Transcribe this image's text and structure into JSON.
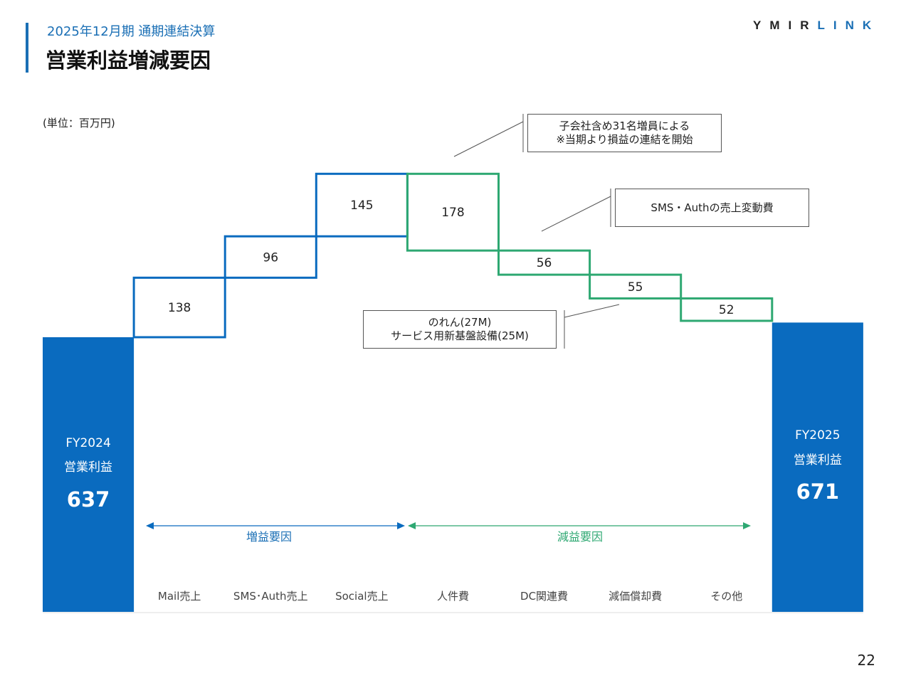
{
  "header": {
    "subtitle": "2025年12月期 通期連結決算",
    "title": "営業利益増減要因",
    "logo_left": "YMIR",
    "logo_right": "LINK"
  },
  "unit_label": "(単位：百万円)",
  "page_number": "22",
  "colors": {
    "blue": "#0a6bbf",
    "green": "#2ea872",
    "increase_text": "#1a6fb5",
    "decrease_text": "#2ea872"
  },
  "notes": {
    "personnel": [
      "子会社含め31名増員による",
      "※当期より損益の連結を開始"
    ],
    "sms": "SMS・Authの売上変動費",
    "depreciation": [
      "のれん(27M)",
      "サービス用新基盤設備(25M)"
    ]
  },
  "group_labels": {
    "increase": "増益要因",
    "decrease": "減益要因"
  },
  "chart_data": {
    "type": "waterfall",
    "title": "営業利益増減要因",
    "unit": "百万円",
    "start": {
      "label_year": "FY2024",
      "label_metric": "営業利益",
      "value": 637
    },
    "end": {
      "label_year": "FY2025",
      "label_metric": "営業利益",
      "value": 671
    },
    "steps": [
      {
        "category": "Mail売上",
        "value": 138,
        "direction": "increase"
      },
      {
        "category": "SMS･Auth売上",
        "value": 96,
        "direction": "increase"
      },
      {
        "category": "Social売上",
        "value": 145,
        "direction": "increase"
      },
      {
        "category": "人件費",
        "value": 178,
        "direction": "decrease"
      },
      {
        "category": "DC関連費",
        "value": 56,
        "direction": "decrease"
      },
      {
        "category": "減価償却費",
        "value": 55,
        "direction": "decrease"
      },
      {
        "category": "その他",
        "value": 52,
        "direction": "decrease"
      }
    ]
  }
}
